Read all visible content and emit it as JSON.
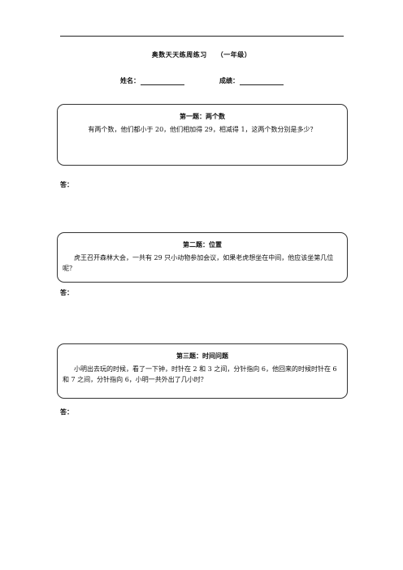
{
  "header": {
    "title": "奥数天天练周练习",
    "grade": "（一年级）"
  },
  "info": {
    "name_label": "姓名：",
    "score_label": "成绩："
  },
  "problems": [
    {
      "title": "第一题：两个数",
      "text": "有两个数，他们都小于 20，他们相加得 29，相减得 1，这两个数分别是多少？"
    },
    {
      "title": "第二题：位置",
      "text": "虎王召开森林大会，一共有 29 只小动物参加会议，如果老虎想坐在中间，他应该坐第几位呢？"
    },
    {
      "title": "第三题：时间问题",
      "text": "小明出去玩的时候，看了一下钟，时针在 2 和 3 之间，分针指向 6，他回来的时候时针在 6 和 7 之间，分针指向 6，小明一共外出了几小时？"
    }
  ],
  "answer_label": "答："
}
